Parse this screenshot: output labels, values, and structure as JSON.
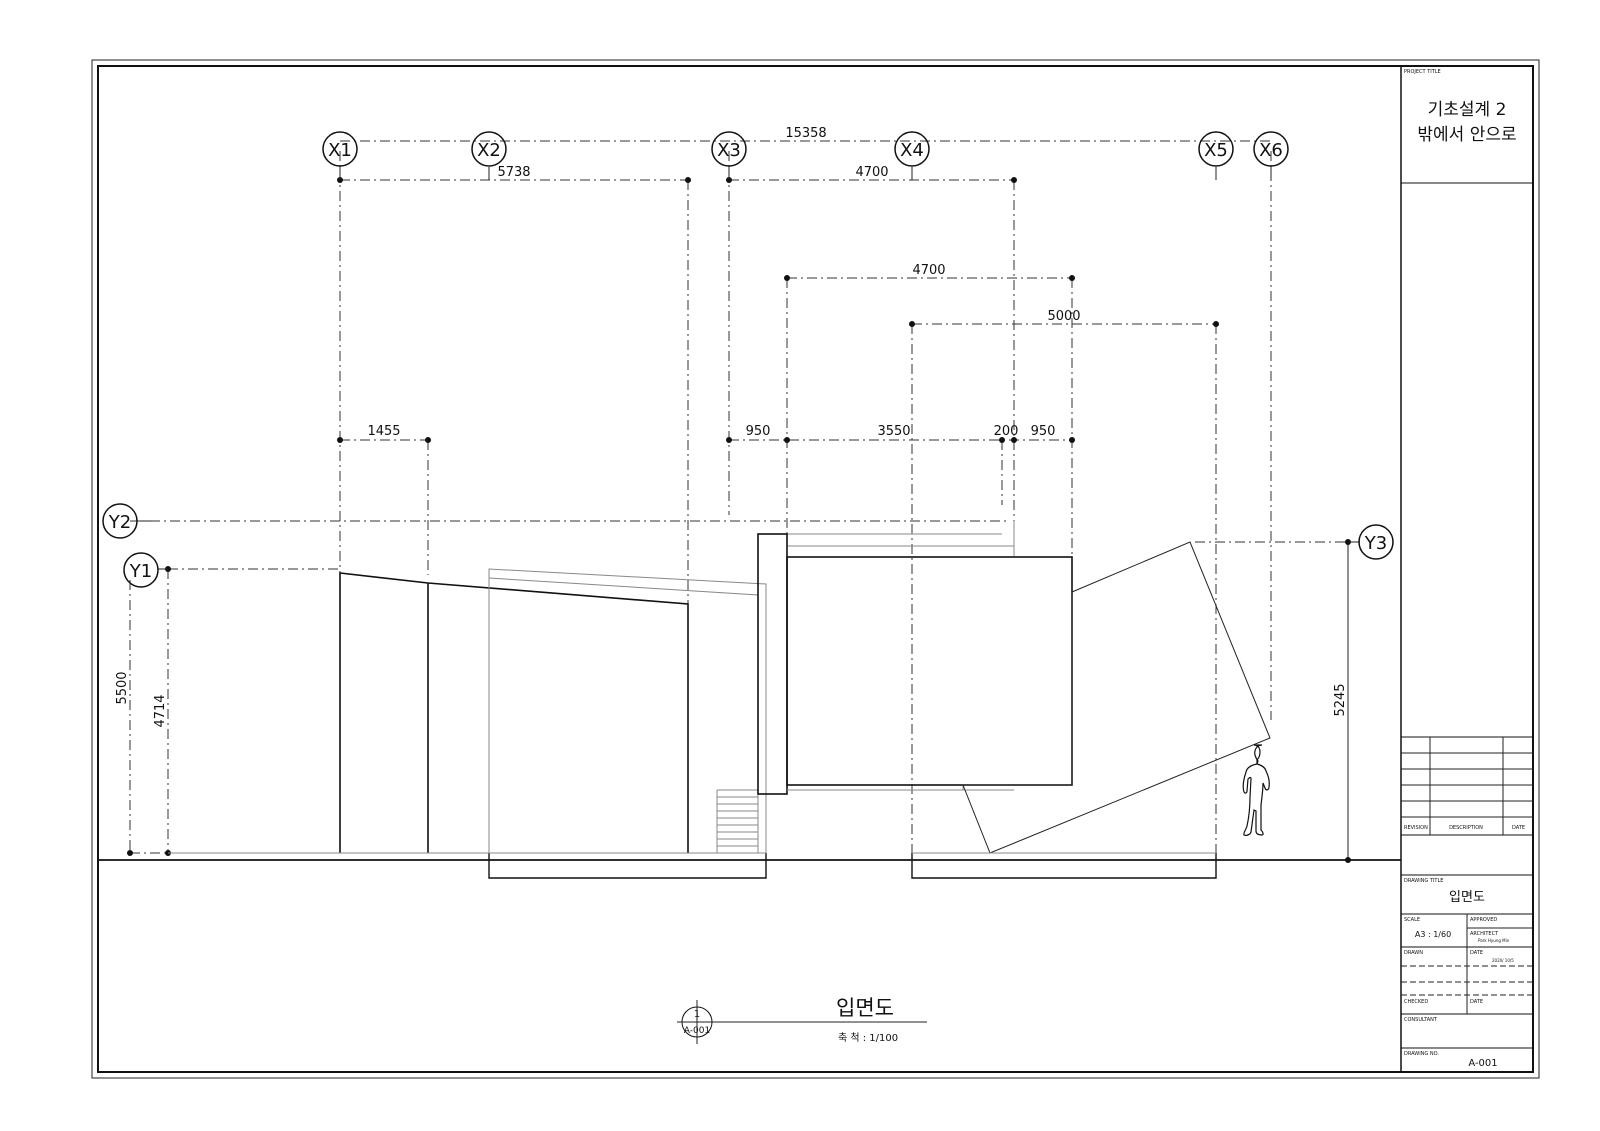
{
  "title_block": {
    "project_title_label": "PROJECT TITLE",
    "project_name": "기초설계 2",
    "project_subtitle": "밖에서 안으로",
    "revision_label": "REVISION",
    "description_label": "DESCRIPTION",
    "date_label": "DATE",
    "drawing_title_label": "DRAWING TITLE",
    "drawing_title": "입면도",
    "scale_label": "SCALE",
    "scale_value": "A3 : 1/60",
    "approved_label": "APPROVED",
    "architect_label": "ARCHITECT",
    "architect_name": "Park Hyung Min",
    "drawn_label": "DRAWN",
    "date_label_2": "DATE",
    "date_value": "2020/ 10/5",
    "checked_label": "CHECKED",
    "date_label_3": "DATE",
    "consultant_label": "CONSULTANT",
    "drawing_no_label": "DRAWING NO.",
    "drawing_no": "A-001"
  },
  "grid_labels": {
    "x1": "X1",
    "x2": "X2",
    "x3": "X3",
    "x4": "X4",
    "x5": "X5",
    "x6": "X6",
    "y1": "Y1",
    "y2": "Y2",
    "y3": "Y3"
  },
  "dimensions": {
    "overall": "15358",
    "d_5738": "5738",
    "d_4700_top": "4700",
    "d_4700_mid": "4700",
    "d_5000": "5000",
    "d_1455": "1455",
    "d_950_a": "950",
    "d_3550": "3550",
    "d_200": "200",
    "d_950_b": "950",
    "h_5500": "5500",
    "h_4714": "4714",
    "h_5245": "5245"
  },
  "caption": {
    "bubble_number": "1",
    "bubble_sheet": "A-001",
    "title": "입면도",
    "scale": "축 척 : 1/100"
  }
}
